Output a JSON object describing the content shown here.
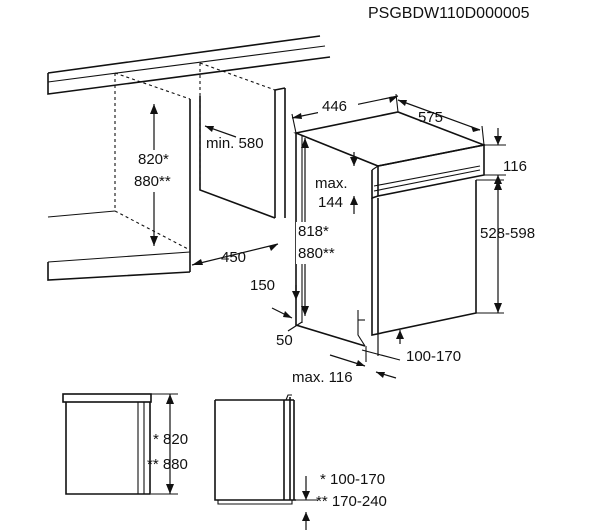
{
  "code": "PSGBDW110D000005",
  "colors": {
    "ink": "#111111",
    "paper": "#ffffff"
  },
  "dims": {
    "height_1": "820*",
    "height_2": "880**",
    "min_depth": "min. 580",
    "width": "446",
    "depth": "575",
    "top_panel": "116",
    "max_label": "max.",
    "max_value": "144",
    "niche_h_1": "818*",
    "niche_h_2": "880**",
    "door_h": "528-598",
    "depth_450": "450",
    "d150": "150",
    "d50": "50",
    "plinth": "100-170",
    "max116": "max. 116"
  },
  "side_view": {
    "h1": "* 820",
    "h2": "** 880",
    "plinth1": "* 100-170",
    "plinth2": "** 170-240"
  }
}
